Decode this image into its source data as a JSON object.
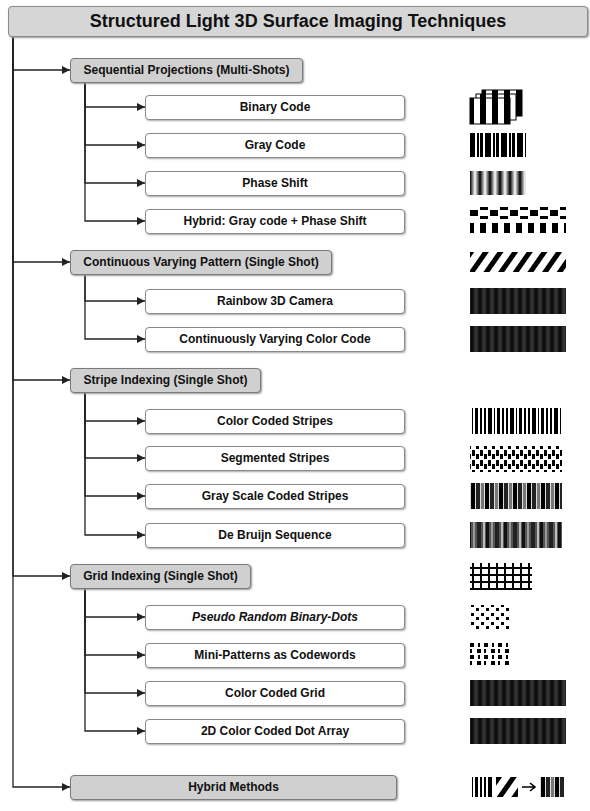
{
  "diagram": {
    "nodes": [
      {
        "text": [
          "Structured Light 3D Surface Imaging Techniques"
        ]
      },
      {
        "text": [
          "Sequential Projections (Multi-Shots)"
        ]
      },
      {
        "text": [
          "Binary Code"
        ]
      },
      {
        "text": [
          "Gray Code"
        ]
      },
      {
        "text": [
          "Phase Shift"
        ]
      },
      {
        "text": [
          "Hybrid: Gray code + Phase Shift"
        ]
      },
      {
        "text": [
          "Continuous Varying Pattern (Single Shot)"
        ]
      },
      {
        "text": [
          "Rainbow 3D Camera"
        ]
      },
      {
        "text": [
          "Continuously Varying Color Code"
        ]
      },
      {
        "text": [
          "Stripe Indexing (Single Shot)"
        ]
      },
      {
        "text": [
          "Color Coded Stripes"
        ]
      },
      {
        "text": [
          "Segmented Stripes"
        ]
      },
      {
        "text": [
          "Gray Scale Coded Stripes"
        ]
      },
      {
        "text": [
          "De Bruijn Sequence"
        ]
      },
      {
        "text": [
          "Grid Indexing (Single Shot)"
        ]
      },
      {
        "text": [
          "Pseudo Random Binary-Dots"
        ]
      },
      {
        "text": [
          "Mini-Patterns as Codewords"
        ]
      },
      {
        "text": [
          "Color Coded Grid"
        ]
      },
      {
        "text": [
          "2D Color Coded Dot Array"
        ]
      },
      {
        "text": [
          "Hybrid Methods"
        ]
      }
    ],
    "edges": [
      {
        "from": 0,
        "to": 1,
        "arrow": "to"
      },
      {
        "from": 0,
        "to": 6,
        "arrow": "to"
      },
      {
        "from": 0,
        "to": 9,
        "arrow": "to"
      },
      {
        "from": 0,
        "to": 14,
        "arrow": "to"
      },
      {
        "from": 0,
        "to": 19,
        "arrow": "to"
      },
      {
        "from": 1,
        "to": 2,
        "arrow": "to"
      },
      {
        "from": 1,
        "to": 3,
        "arrow": "to"
      },
      {
        "from": 1,
        "to": 4,
        "arrow": "to"
      },
      {
        "from": 1,
        "to": 5,
        "arrow": "to"
      },
      {
        "from": 6,
        "to": 7,
        "arrow": "to"
      },
      {
        "from": 6,
        "to": 8,
        "arrow": "to"
      },
      {
        "from": 9,
        "to": 10,
        "arrow": "to"
      },
      {
        "from": 9,
        "to": 11,
        "arrow": "to"
      },
      {
        "from": 9,
        "to": 12,
        "arrow": "to"
      },
      {
        "from": 9,
        "to": 13,
        "arrow": "to"
      },
      {
        "from": 14,
        "to": 15,
        "arrow": "to"
      },
      {
        "from": 14,
        "to": 16,
        "arrow": "to"
      },
      {
        "from": 14,
        "to": 17,
        "arrow": "to"
      },
      {
        "from": 14,
        "to": 18,
        "arrow": "to"
      }
    ]
  }
}
